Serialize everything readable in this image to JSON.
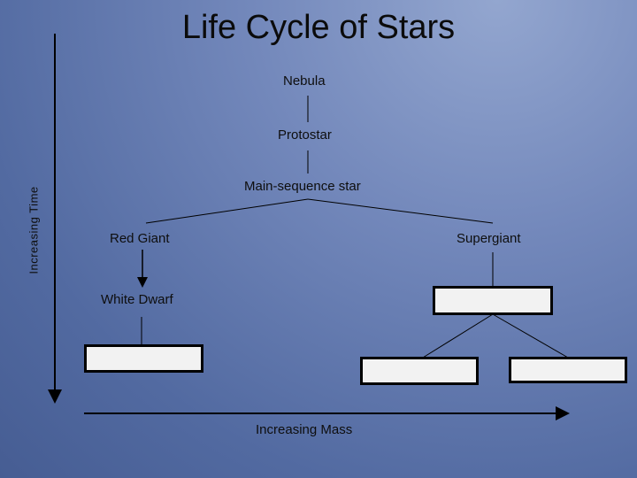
{
  "title": "Life Cycle of Stars",
  "stages": {
    "nebula": "Nebula",
    "protostar": "Protostar",
    "main_sequence": "Main-sequence star",
    "red_giant": "Red Giant",
    "supergiant": "Supergiant",
    "white_dwarf": "White Dwarf"
  },
  "axes": {
    "y_label": "Increasing Time",
    "x_label": "Increasing Mass"
  },
  "blank_boxes": [
    "after-white-dwarf",
    "after-supergiant",
    "supergiant-branch-left",
    "supergiant-branch-right"
  ]
}
